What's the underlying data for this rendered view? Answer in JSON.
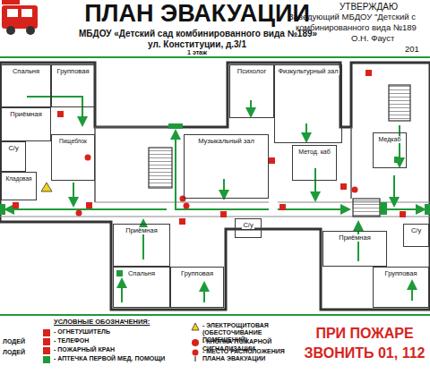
{
  "diagram": {
    "title": "ПЛАН ЭВАКУАЦИИ",
    "nodes": [
      {
        "text": [
          "Спальня"
        ]
      },
      {
        "text": [
          "Групповая"
        ]
      },
      {
        "text": [
          "Приёмная"
        ]
      },
      {
        "text": [
          "С/у"
        ]
      },
      {
        "text": [
          "Пищеблок"
        ]
      },
      {
        "text": [
          "Кладовая"
        ]
      },
      {
        "text": [
          "Психолог"
        ]
      },
      {
        "text": [
          "Физкультурный зал"
        ]
      },
      {
        "text": [
          "Музыкальный зал"
        ]
      },
      {
        "text": [
          "Метод. каб"
        ]
      },
      {
        "text": [
          "Медкаб"
        ]
      },
      {
        "text": [
          "Приёмная"
        ]
      },
      {
        "text": [
          "Спальня"
        ]
      },
      {
        "text": [
          "Групповая"
        ]
      },
      {
        "text": [
          "С/у"
        ]
      },
      {
        "text": [
          "Приёмная"
        ]
      },
      {
        "text": [
          "С/у"
        ]
      },
      {
        "text": [
          "Групповая"
        ]
      }
    ],
    "labels": [
      "МБДОУ «Детский сад комбинированного вида №189»",
      "ул. Конституции, д.3/1",
      "1 этаж",
      "УТВЕРЖДАЮ",
      "Заведующий МБДОУ \"Детский с",
      "комбинированного вида №189",
      "О.Н. Фауст",
      "201",
      "ЛОДЕЙ",
      "ЛОДЕЙ",
      "УСЛОВНЫЕ ОБОЗНАЧЕНИЯ:",
      "ПРИ ПОЖАРЕ",
      "ЗВОНИТЬ 01, 112"
    ],
    "legend": [
      {
        "text": "- ОГНЕТУШИТЕЛЬ",
        "color": "#d8231c"
      },
      {
        "text": "- ТЕЛЕФОН",
        "color": "#d8231c"
      },
      {
        "text": "- ПОЖАРНЫЙ КРАН",
        "color": "#d8231c"
      },
      {
        "text": "- АПТЕЧКА ПЕРВОЙ МЕД. ПОМОЩИ",
        "color": "#1f9a3a"
      },
      {
        "text": "- ЭЛЕКТРОЩИТОВАЯ (ОБЕСТОЧИВАНИЕ ПОМЕЩЕНИЙ)"
      },
      {
        "text": "- КНОПКА ПОЖАРНОЙ СИГНАЛИЗАЦИИ",
        "color": "#d8231c"
      },
      {
        "text": "- МЕСТО РАСПОЛОЖЕНИЯ ПЛАНА ЭВАКУАЦИИ"
      }
    ]
  }
}
